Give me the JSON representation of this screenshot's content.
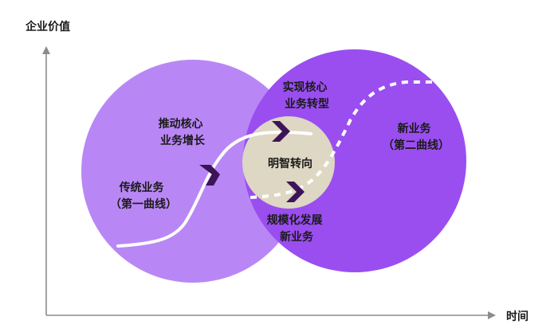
{
  "axes": {
    "y_label": "企业价值",
    "x_label": "时间"
  },
  "labels": {
    "traditional_business": [
      "传统业务",
      "（第一曲线）"
    ],
    "drive_core_growth": [
      "推动核心",
      "业务增长"
    ],
    "realize_core_transformation": [
      "实现核心",
      "业务转型"
    ],
    "wise_pivot": "明智转向",
    "scale_new_business": [
      "规模化发展",
      "新业务"
    ],
    "new_business": [
      "新业务",
      "（第二曲线）"
    ]
  },
  "colors": {
    "first_circle": "#b987f5",
    "second_circle": "#9a4ef0",
    "pivot_circle": "#ddd7c3",
    "arrow_marker": "#3c1457",
    "curve": "#ffffff",
    "axis": "#8c8c8c"
  }
}
